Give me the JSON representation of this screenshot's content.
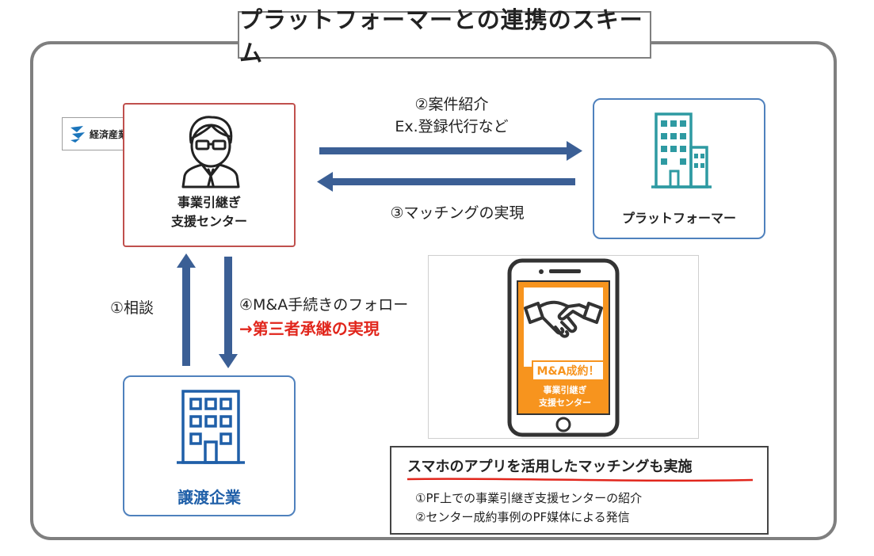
{
  "title": "プラットフォーマーとの連携のスキーム",
  "meti_logo_text": "経済産業省",
  "nodes": {
    "support_center": [
      "事業引継ぎ",
      "支援センター"
    ],
    "platformer": "プラットフォーマー",
    "transferor": "譲渡企業"
  },
  "edges": {
    "referral": [
      "②案件紹介",
      "Ex.登録代行など"
    ],
    "matching": "③マッチングの実現",
    "consult": "①相談",
    "follow": [
      "④M&A手続きのフォロー",
      "→第三者承継の実現"
    ]
  },
  "phone": {
    "banner": "M&A成約！",
    "center": [
      "事業引継ぎ",
      "支援センター"
    ]
  },
  "note": {
    "heading": "スマホのアプリを活用したマッチングも実施",
    "items": [
      "①PF上での事業引継ぎ支援センターの紹介",
      "②センター成約事例のPF媒体による発信"
    ]
  },
  "colors": {
    "arrow": "#3b5f95",
    "accent_red": "#e1261c",
    "support_border": "#c0504d",
    "blue_border": "#4f81bd",
    "building": "#2e9aa2",
    "company_blue": "#1f5fa8",
    "phone_orange": "#f7941e"
  },
  "icons": [
    "meti-logo-icon",
    "person-icon",
    "building-icon",
    "handshake-icon",
    "smartphone-icon"
  ]
}
